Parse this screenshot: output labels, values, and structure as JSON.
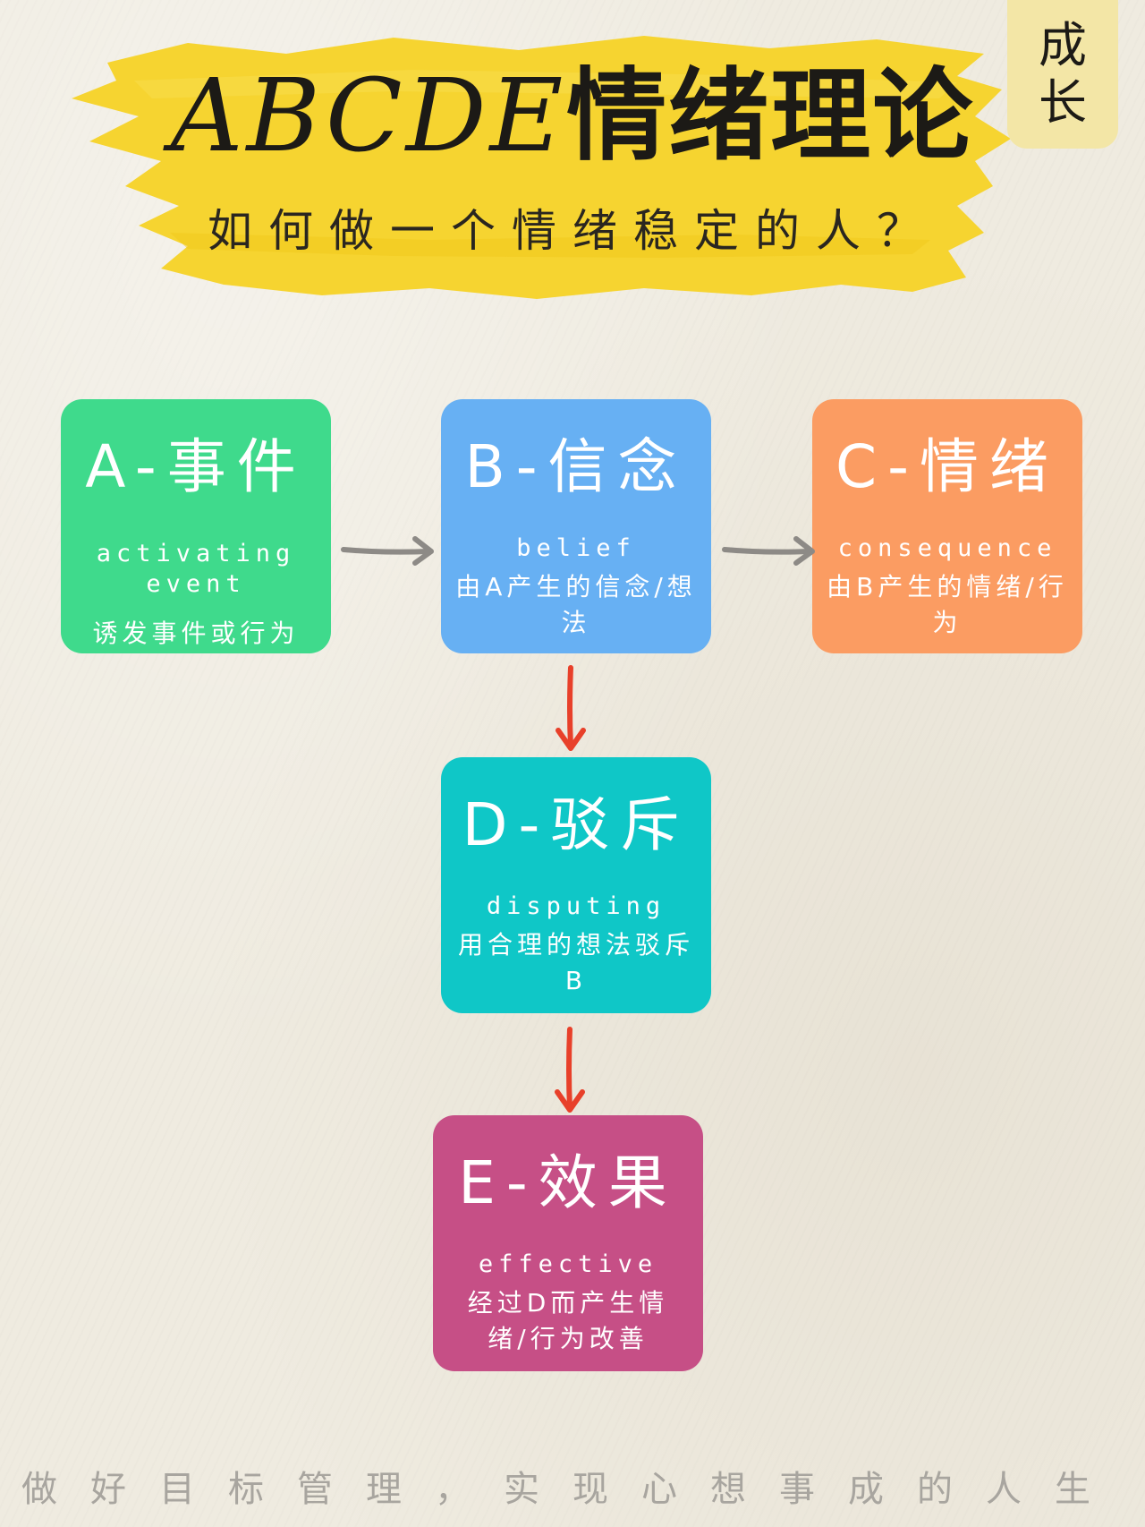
{
  "header": {
    "title_latin": "ABCDE",
    "title_cjk": "情绪理论",
    "subtitle": "如何做一个情绪稳定的人？",
    "tag_line1": "成",
    "tag_line2": "长"
  },
  "colors": {
    "background": "#efebe0",
    "brush_yellow": "#f6d430",
    "tag_bg": "#f3e6a6",
    "card_a": "#3fda8c",
    "card_b": "#67b0f3",
    "card_c": "#fb9c62",
    "card_d": "#0fc7c7",
    "card_e": "#c64f86",
    "arrow_gray": "#8d8a86",
    "arrow_red": "#e8402a",
    "footer_text": "#a8a59f"
  },
  "cards": {
    "a": {
      "heading": "A-事件",
      "english": "activating event",
      "description": "诱发事件或行为"
    },
    "b": {
      "heading": "B-信念",
      "english": "belief",
      "description": "由A产生的信念/想法"
    },
    "c": {
      "heading": "C-情绪",
      "english": "consequence",
      "description": "由B产生的情绪/行为"
    },
    "d": {
      "heading": "D-驳斥",
      "english": "disputing",
      "description": "用合理的想法驳斥B"
    },
    "e": {
      "heading": "E-效果",
      "english": "effective",
      "description": "经过D而产生情绪/行为改善"
    }
  },
  "arrows": [
    {
      "from": "a",
      "to": "b",
      "icon": "arrow-right-icon",
      "color": "#8d8a86"
    },
    {
      "from": "b",
      "to": "c",
      "icon": "arrow-right-icon",
      "color": "#8d8a86"
    },
    {
      "from": "b",
      "to": "d",
      "icon": "arrow-down-icon",
      "color": "#e8402a"
    },
    {
      "from": "d",
      "to": "e",
      "icon": "arrow-down-icon",
      "color": "#e8402a"
    }
  ],
  "footer": {
    "text": "做好目标管理，实现心想事成的人生"
  }
}
